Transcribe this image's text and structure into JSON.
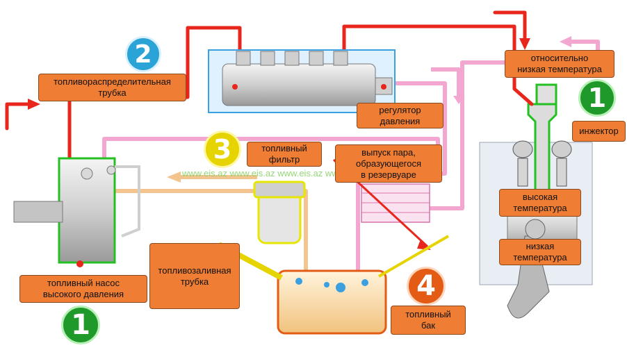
{
  "labels": {
    "fuel_rail": "топливораспределительная\nтрубка",
    "pressure_regulator": "регулятор\nдавления",
    "relatively_low_temp": "относительно\nнизкая температура",
    "injector": "инжектор",
    "fuel_filter": "топливный\nфильтр",
    "vapor_release": "выпуск пара,\nобразующегося\nв резервуаре",
    "high_temp": "высокая\nтемпература",
    "low_temp": "низкая\nтемпература",
    "filler_pipe": "топливозаливная\nтрубка",
    "high_pressure_pump": "топливный насос\nвысокого давления",
    "fuel_tank": "топливный\nбак"
  },
  "badges": {
    "rail_number": "2",
    "filter_number": "3",
    "tank_number": "4",
    "pump_number": "1",
    "injector_number": "1"
  },
  "watermark": "www.eis.az www.eis.az www.eis.az www.eis.az",
  "colors": {
    "label_fill": "#ef7d33",
    "high_pressure_line": "#e8261b",
    "return_line": "#f3a6cf",
    "supply_line": "#f3c48e",
    "badge_blue": "#2aa3d6",
    "badge_yellow": "#e6d400",
    "badge_orange": "#e35b14",
    "badge_green": "#1f9a2a"
  }
}
